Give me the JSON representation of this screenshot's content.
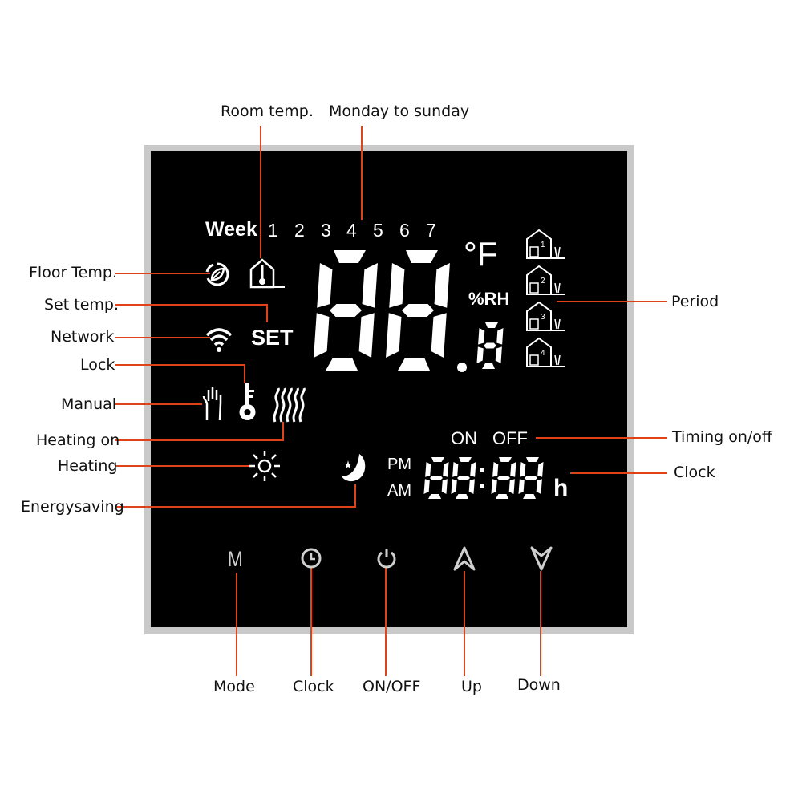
{
  "callouts": {
    "room_temp": "Room temp.",
    "monday_to_sunday": "Monday to sunday",
    "floor_temp": "Floor Temp.",
    "set_temp": "Set temp.",
    "network": "Network",
    "lock": "Lock",
    "manual": "Manual",
    "heating_on": "Heating on",
    "heating": "Heating",
    "energysaving": "Energysaving",
    "period": "Period",
    "timing_on_off": "Timing on/off",
    "clock_right": "Clock",
    "mode": "Mode",
    "clock_bottom": "Clock",
    "on_off": "ON/OFF",
    "up": "Up",
    "down": "Down"
  },
  "display": {
    "week_label": "Week",
    "days": [
      "1",
      "2",
      "3",
      "4",
      "5",
      "6",
      "7"
    ],
    "temp_digits": [
      "8",
      "8"
    ],
    "decimal_digit": "8",
    "unit": "°F",
    "humidity_unit": "%RH",
    "set_label": "SET",
    "timing_on": "ON",
    "timing_off": "OFF",
    "pm": "PM",
    "am": "AM",
    "clock_digits": [
      "8",
      "8",
      "8",
      "8"
    ],
    "clock_suffix": "h",
    "periods": [
      "1",
      "2",
      "3",
      "4"
    ]
  },
  "buttons": {
    "mode_glyph": "M"
  },
  "colors": {
    "leader": "#e0431a",
    "lcd": "#ffffff",
    "panel": "#000000",
    "frame": "#c9c9c9"
  },
  "icons": [
    "floor-temp-icon",
    "room-temp-house-icon",
    "wifi-icon",
    "key-lock-icon",
    "hand-manual-icon",
    "heating-waves-icon",
    "sun-icon",
    "moon-icon",
    "period-house-icon",
    "clock-icon",
    "power-icon",
    "chevron-up-icon",
    "chevron-down-icon"
  ]
}
